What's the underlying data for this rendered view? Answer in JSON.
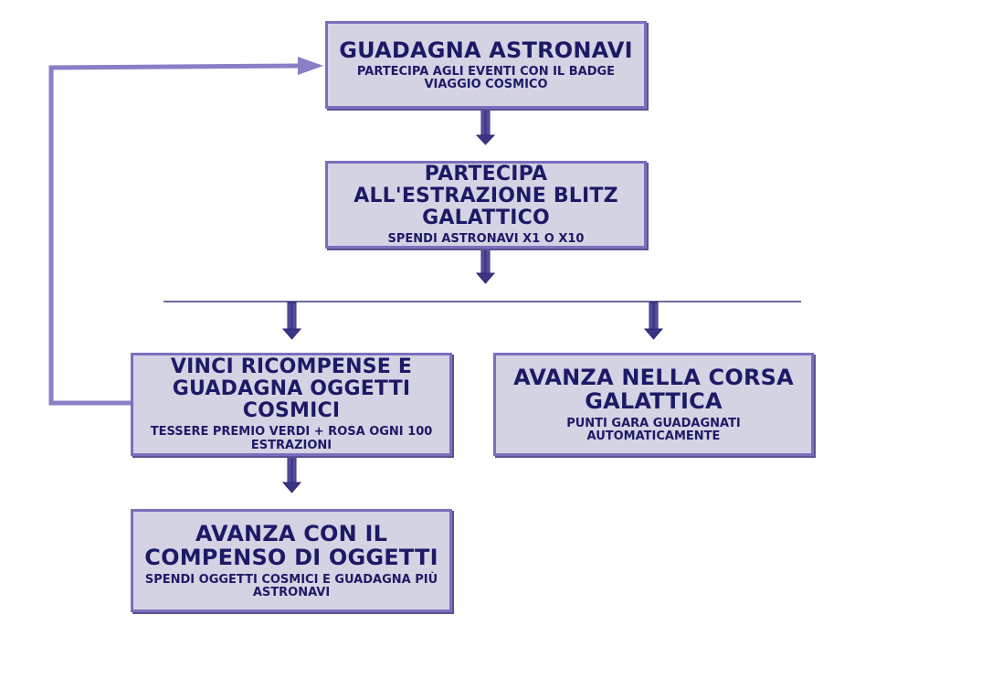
{
  "diagram": {
    "nodes": {
      "guadagna": {
        "title": "Guadagna astronavi",
        "subtitle": "Partecipa agli eventi con il badge viaggio cosmico"
      },
      "partecipa": {
        "title": "Partecipa all'estrazione Blitz galattico",
        "subtitle": "Spendi astronavi x1 o x10"
      },
      "vinci": {
        "title": "Vinci ricompense e guadagna oggetti cosmici",
        "subtitle": "Tessere premio verdi + rosa ogni 100 estrazioni"
      },
      "corsa": {
        "title": "Avanza nella corsa galattica",
        "subtitle": "Punti gara guadagnati automaticamente"
      },
      "compenso": {
        "title": "Avanza con il compenso di oggetti",
        "subtitle": "Spendi oggetti cosmici e guadagna più astronavi"
      }
    },
    "edges": [
      {
        "from": "guadagna",
        "to": "partecipa"
      },
      {
        "from": "partecipa",
        "to": "vinci"
      },
      {
        "from": "partecipa",
        "to": "corsa"
      },
      {
        "from": "vinci",
        "to": "compenso"
      },
      {
        "from": "vinci",
        "to": "guadagna"
      }
    ],
    "colors": {
      "box_fill": "#d4d3e4",
      "box_border": "#7b6fbd",
      "text": "#1c1a66",
      "arrow_fill": "#4b4495",
      "feedback_line": "#8a7fc6",
      "branch_line": "#3c3a7a"
    }
  }
}
